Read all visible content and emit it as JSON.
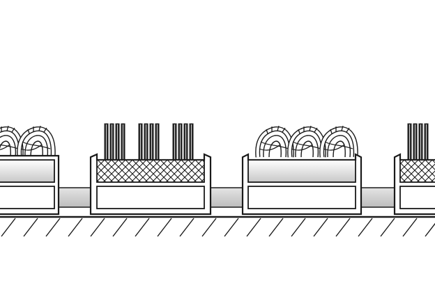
{
  "figure": {
    "subject": "cross-section-of-entrance-mat-profiles",
    "colors": {
      "background": "#ffffff",
      "outline": "#1a1a1a",
      "strip_fill": "#d9d9d9",
      "brush_fill": "#2a2a2a",
      "hatch": "#1a1a1a"
    },
    "modules": [
      {
        "type": "scraper-coil",
        "insert": "coil",
        "loops": 3,
        "clipped": "left"
      },
      {
        "type": "brush",
        "insert": "brush",
        "tufts": 3
      },
      {
        "type": "scraper-coil",
        "insert": "coil",
        "loops": 3
      },
      {
        "type": "brush",
        "insert": "brush",
        "tufts": 1,
        "clipped": "right"
      }
    ]
  }
}
